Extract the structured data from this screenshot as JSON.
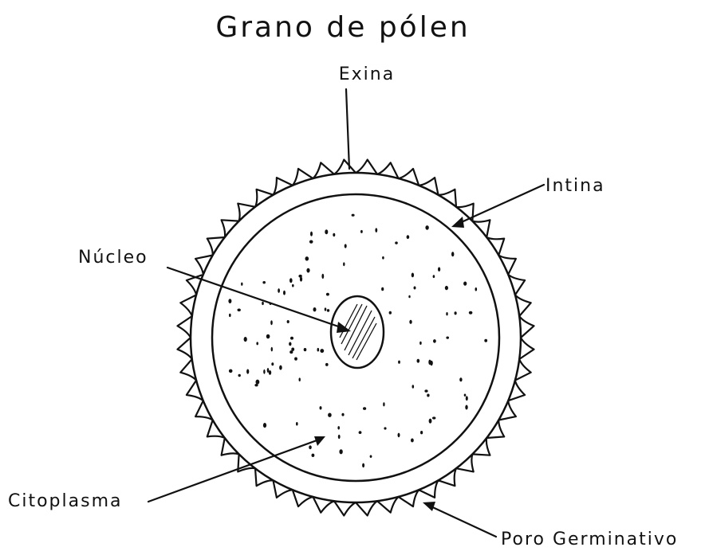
{
  "title": "Grano de pólen",
  "labels": {
    "exina": "Exina",
    "intina": "Intina",
    "nucleo": "Núcleo",
    "citoplasma": "Citoplasma",
    "poro": "Poro Germinativo"
  },
  "colors": {
    "ink": "#111111",
    "paper": "#ffffff"
  }
}
